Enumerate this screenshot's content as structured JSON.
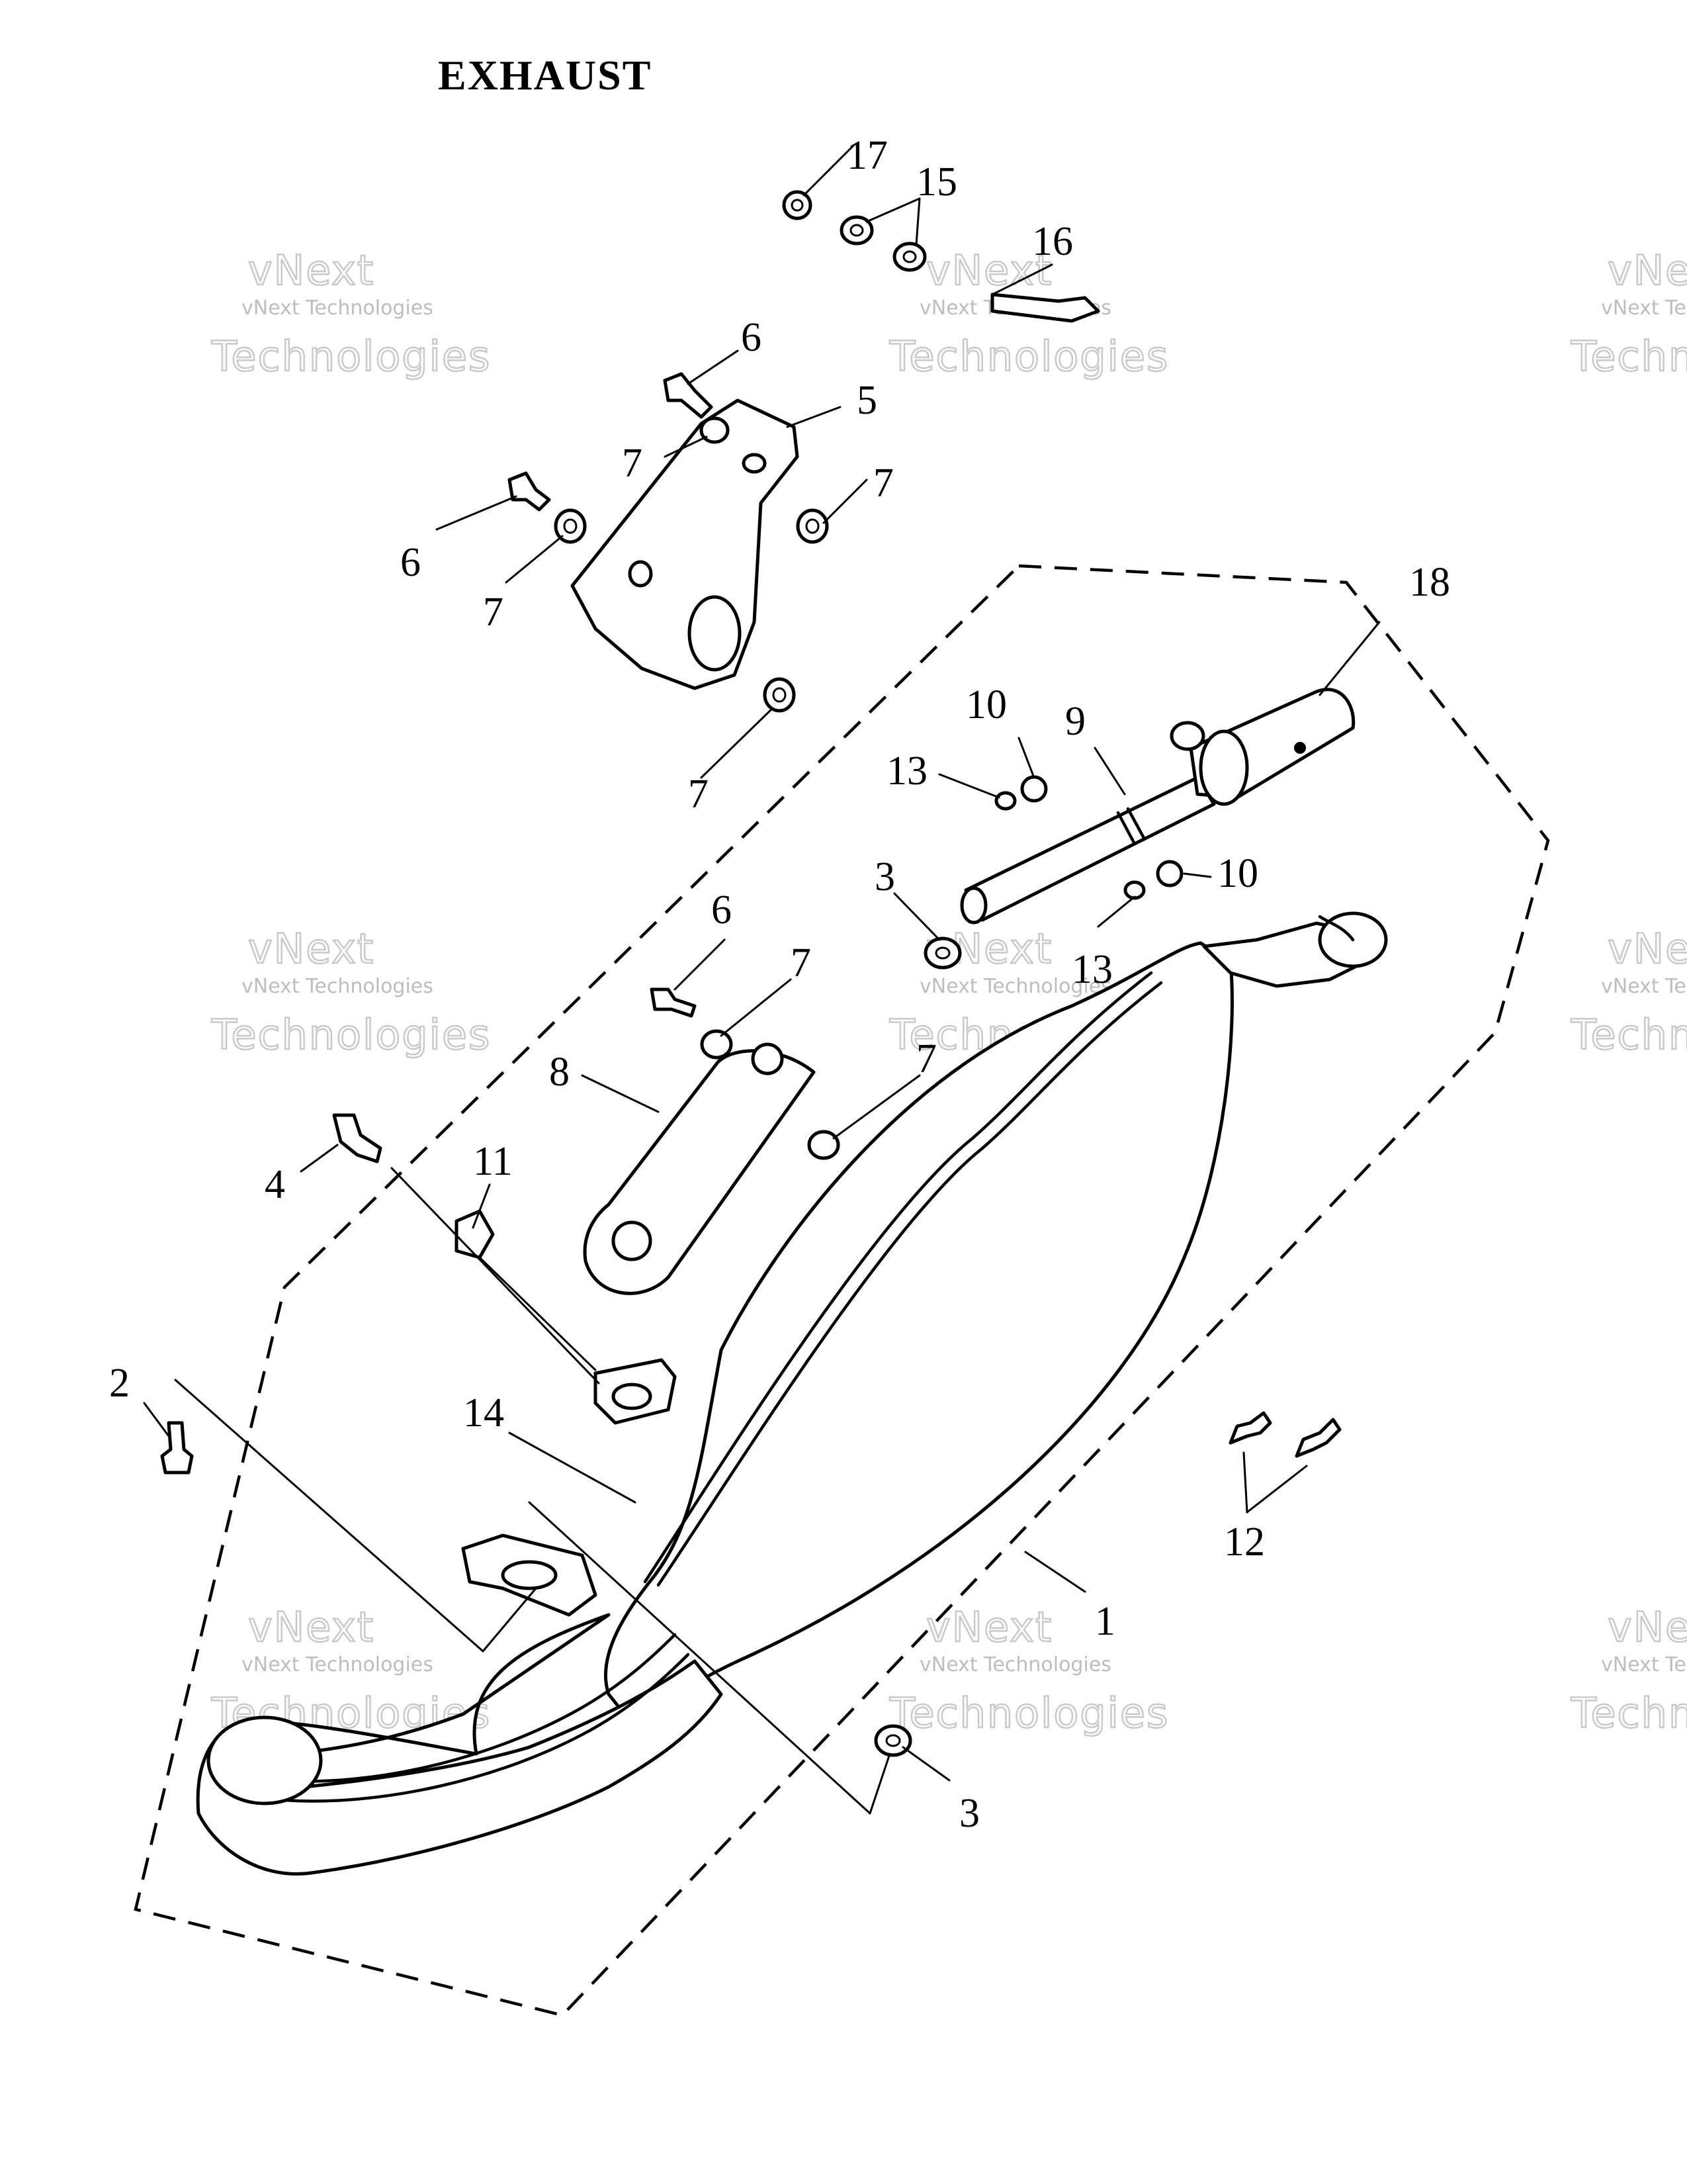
{
  "title": "EXHAUST",
  "watermark": {
    "line1": "vNext Technologies",
    "line2": "vNext",
    "line3": "Technologies"
  },
  "callouts": [
    {
      "id": "c1",
      "label": "1"
    },
    {
      "id": "c2",
      "label": "2"
    },
    {
      "id": "c3a",
      "label": "3"
    },
    {
      "id": "c3b",
      "label": "3"
    },
    {
      "id": "c4",
      "label": "4"
    },
    {
      "id": "c5",
      "label": "5"
    },
    {
      "id": "c6a",
      "label": "6"
    },
    {
      "id": "c6b",
      "label": "6"
    },
    {
      "id": "c6c",
      "label": "6"
    },
    {
      "id": "c7a",
      "label": "7"
    },
    {
      "id": "c7b",
      "label": "7"
    },
    {
      "id": "c7c",
      "label": "7"
    },
    {
      "id": "c7d",
      "label": "7"
    },
    {
      "id": "c7e",
      "label": "7"
    },
    {
      "id": "c7f",
      "label": "7"
    },
    {
      "id": "c8",
      "label": "8"
    },
    {
      "id": "c9",
      "label": "9"
    },
    {
      "id": "c10a",
      "label": "10"
    },
    {
      "id": "c10b",
      "label": "10"
    },
    {
      "id": "c11",
      "label": "11"
    },
    {
      "id": "c12",
      "label": "12"
    },
    {
      "id": "c13a",
      "label": "13"
    },
    {
      "id": "c13b",
      "label": "13"
    },
    {
      "id": "c14",
      "label": "14"
    },
    {
      "id": "c15",
      "label": "15"
    },
    {
      "id": "c16",
      "label": "16"
    },
    {
      "id": "c17",
      "label": "17"
    },
    {
      "id": "c18",
      "label": "18"
    }
  ]
}
